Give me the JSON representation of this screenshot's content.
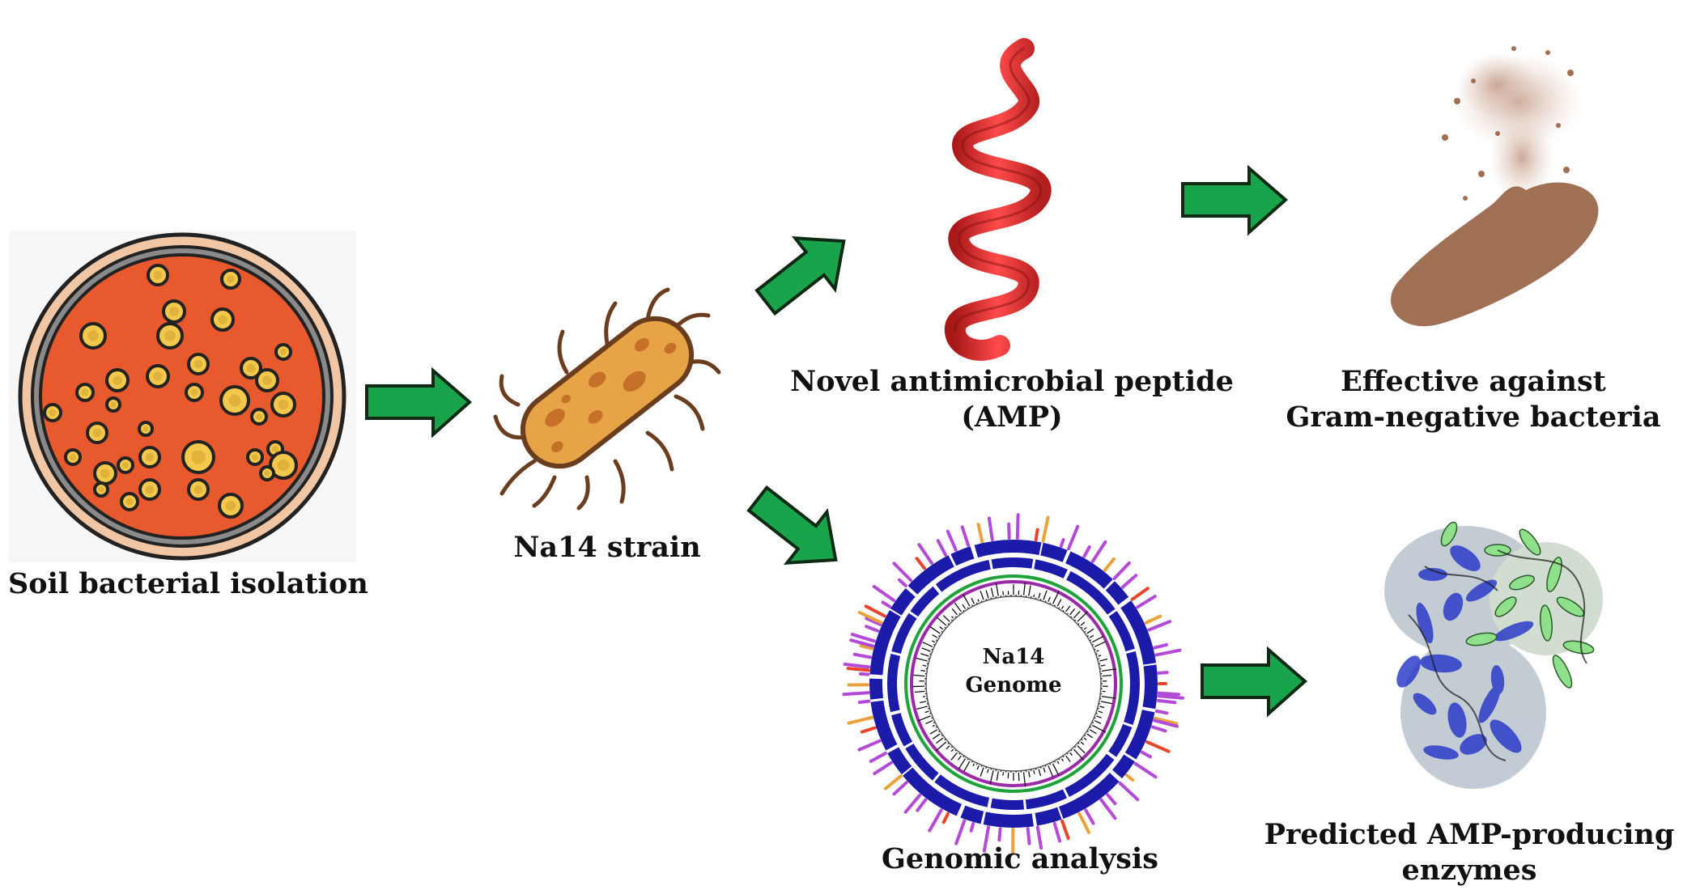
{
  "labels": {
    "soil": "Soil bacterial isolation",
    "strain": "Na14 strain",
    "amp_line1": "Novel antimicrobial peptide",
    "amp_line2": "(AMP)",
    "effective_line1": "Effective against",
    "effective_line2": "Gram-negative bacteria",
    "genome_center_line1": "Na14",
    "genome_center_line2": "Genome",
    "genomic": "Genomic analysis",
    "predicted_line1": "Predicted AMP-producing",
    "predicted_line2": "enzymes"
  },
  "colors": {
    "arrow_fill": "#19a34a",
    "arrow_stroke": "#0f2a14",
    "agar": "#e8592e",
    "colony": "#f2c94c",
    "bacterium": "#e7a447",
    "peptide": "#e03434",
    "target_cell": "#a07055",
    "genome_ring": "#1c1aa8",
    "genome_green": "#1ea33a",
    "genome_magenta": "#9b2aa8",
    "protein_blue": "#2333c8",
    "protein_green": "#8fe08a"
  },
  "icons": [
    "petri-dish-icon",
    "bacterium-icon",
    "peptide-helix-icon",
    "lysed-bacterium-icon",
    "genome-map-icon",
    "protein-structure-icon"
  ]
}
